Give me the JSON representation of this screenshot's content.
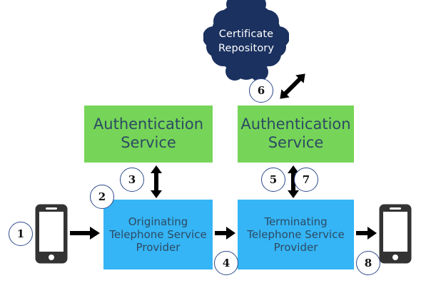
{
  "diagram": {
    "title_nodes": {
      "cert_repo": {
        "line1": "Certificate",
        "line2": "Repository",
        "color": "#1b3160"
      },
      "auth_left": {
        "line1": "Authentication",
        "line2": "Service",
        "color": "#76d558"
      },
      "auth_right": {
        "line1": "Authentication",
        "line2": "Service",
        "color": "#76d558"
      },
      "tsp_left": {
        "line1": "Originating",
        "line2": "Telephone Service",
        "line3": "Provider",
        "color": "#35b5f5"
      },
      "tsp_right": {
        "line1": "Terminating",
        "line2": "Telephone Service",
        "line3": "Provider",
        "color": "#35b5f5"
      }
    },
    "step_markers": [
      {
        "id": "1",
        "label": "1"
      },
      {
        "id": "2",
        "label": "2"
      },
      {
        "id": "3",
        "label": "3"
      },
      {
        "id": "4",
        "label": "4"
      },
      {
        "id": "5",
        "label": "5"
      },
      {
        "id": "6",
        "label": "6"
      },
      {
        "id": "7",
        "label": "7"
      },
      {
        "id": "8",
        "label": "8"
      }
    ],
    "endpoints": [
      {
        "id": "caller-phone",
        "icon": "mobile-phone-icon"
      },
      {
        "id": "callee-phone",
        "icon": "mobile-phone-icon"
      }
    ],
    "connectors": [
      {
        "id": "phone-to-otsp",
        "icon": "arrow-right-icon",
        "direction": "right"
      },
      {
        "id": "otsp-to-ttsp",
        "icon": "arrow-right-icon",
        "direction": "right"
      },
      {
        "id": "ttsp-to-phone",
        "icon": "arrow-right-icon",
        "direction": "right"
      },
      {
        "id": "otsp-auth",
        "icon": "arrow-double-vertical-icon",
        "direction": "both"
      },
      {
        "id": "ttsp-auth",
        "icon": "arrow-double-vertical-icon",
        "direction": "both"
      },
      {
        "id": "auth-cert-repo",
        "icon": "arrow-double-diagonal-icon",
        "direction": "both"
      }
    ],
    "palette": {
      "navy": "#1b3160",
      "green": "#76d558",
      "blue": "#35b5f5",
      "text": "#2d4a63",
      "circle_stroke": "#2f4b8c",
      "arrow": "#000000",
      "phone_body": "#333333",
      "background": "#ffffff"
    }
  }
}
